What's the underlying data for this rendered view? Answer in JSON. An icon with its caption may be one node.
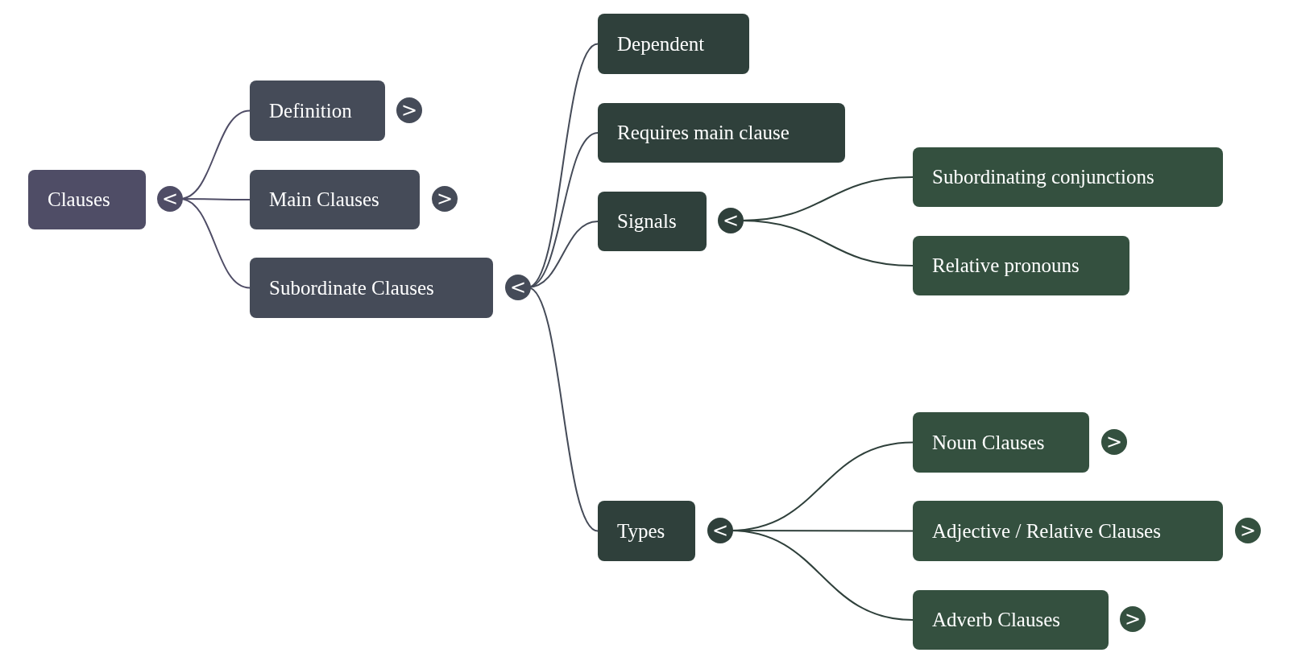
{
  "diagram": {
    "nodes": [
      {
        "text": [
          "Clauses"
        ]
      },
      {
        "text": [
          "<"
        ]
      },
      {
        "text": [
          "Definition"
        ]
      },
      {
        "text": [
          ">"
        ]
      },
      {
        "text": [
          "Main Clauses"
        ]
      },
      {
        "text": [
          ">"
        ]
      },
      {
        "text": [
          "Subordinate Clauses"
        ]
      },
      {
        "text": [
          "<"
        ]
      },
      {
        "text": [
          "Dependent"
        ]
      },
      {
        "text": [
          "Requires main clause"
        ]
      },
      {
        "text": [
          "Signals"
        ]
      },
      {
        "text": [
          "<"
        ]
      },
      {
        "text": [
          "Subordinating conjunctions"
        ]
      },
      {
        "text": [
          "Relative pronouns"
        ]
      },
      {
        "text": [
          "Types"
        ]
      },
      {
        "text": [
          "<"
        ]
      },
      {
        "text": [
          "Noun Clauses"
        ]
      },
      {
        "text": [
          ">"
        ]
      },
      {
        "text": [
          "Adjective / Relative Clauses"
        ]
      },
      {
        "text": [
          ">"
        ]
      },
      {
        "text": [
          "Adverb Clauses"
        ]
      },
      {
        "text": [
          ">"
        ]
      }
    ],
    "edges": [
      {
        "from": 1,
        "to": 2,
        "arrow": "none"
      },
      {
        "from": 1,
        "to": 4,
        "arrow": "none"
      },
      {
        "from": 1,
        "to": 6,
        "arrow": "none"
      },
      {
        "from": 7,
        "to": 8,
        "arrow": "none"
      },
      {
        "from": 7,
        "to": 9,
        "arrow": "none"
      },
      {
        "from": 7,
        "to": 10,
        "arrow": "none"
      },
      {
        "from": 7,
        "to": 14,
        "arrow": "none"
      },
      {
        "from": 11,
        "to": 12,
        "arrow": "none"
      },
      {
        "from": 11,
        "to": 13,
        "arrow": "none"
      },
      {
        "from": 15,
        "to": 16,
        "arrow": "none"
      },
      {
        "from": 15,
        "to": 18,
        "arrow": "none"
      },
      {
        "from": 15,
        "to": 20,
        "arrow": "none"
      }
    ]
  }
}
